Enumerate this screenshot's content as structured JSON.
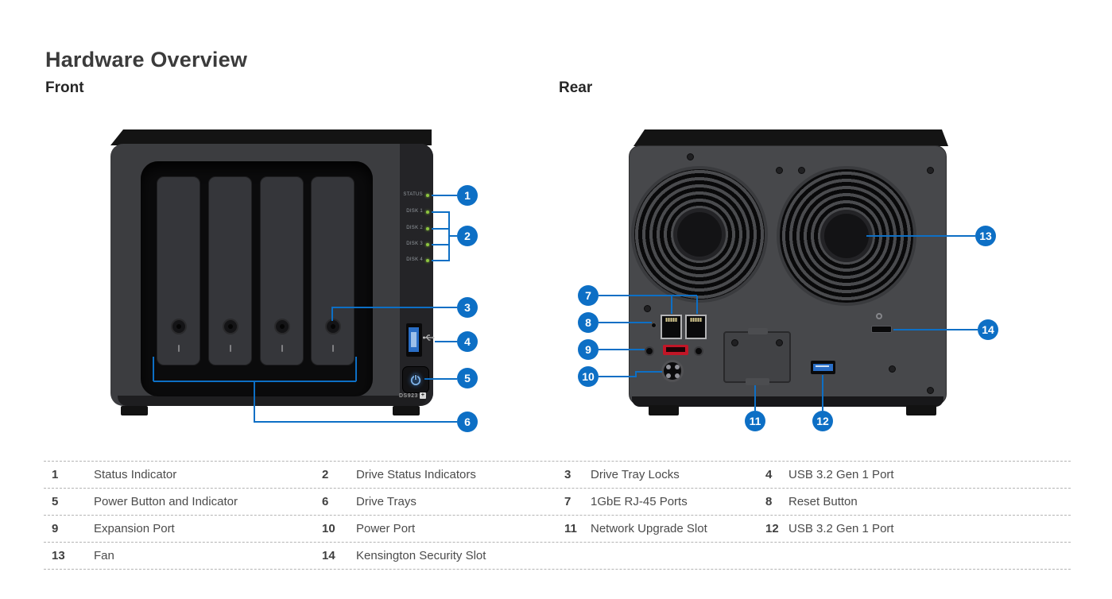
{
  "page": {
    "title": "Hardware Overview",
    "front_label": "Front",
    "rear_label": "Rear"
  },
  "colors": {
    "accent_blue": "#0d6fc5",
    "led_green": "#8ec63f",
    "usb_blue": "#2a6ec6",
    "esata_red": "#c11627"
  },
  "front": {
    "model": "DS923",
    "model_plus": "+",
    "leds": [
      "STATUS",
      "DISK 1",
      "DISK 2",
      "DISK 3",
      "DISK 4"
    ],
    "callouts": [
      {
        "n": "1"
      },
      {
        "n": "2"
      },
      {
        "n": "3"
      },
      {
        "n": "4"
      },
      {
        "n": "5"
      },
      {
        "n": "6"
      }
    ]
  },
  "rear": {
    "callouts": [
      {
        "n": "7"
      },
      {
        "n": "8"
      },
      {
        "n": "9"
      },
      {
        "n": "10"
      },
      {
        "n": "11"
      },
      {
        "n": "12"
      },
      {
        "n": "13"
      },
      {
        "n": "14"
      }
    ]
  },
  "legend": {
    "rows": [
      [
        {
          "n": "1",
          "label": "Status Indicator"
        },
        {
          "n": "2",
          "label": "Drive Status Indicators"
        },
        {
          "n": "3",
          "label": "Drive Tray Locks"
        },
        {
          "n": "4",
          "label": "USB 3.2 Gen 1 Port"
        }
      ],
      [
        {
          "n": "5",
          "label": "Power Button and Indicator"
        },
        {
          "n": "6",
          "label": "Drive Trays"
        },
        {
          "n": "7",
          "label": "1GbE RJ-45 Ports"
        },
        {
          "n": "8",
          "label": "Reset Button"
        }
      ],
      [
        {
          "n": "9",
          "label": "Expansion Port"
        },
        {
          "n": "10",
          "label": "Power Port"
        },
        {
          "n": "11",
          "label": "Network Upgrade Slot"
        },
        {
          "n": "12",
          "label": "USB 3.2 Gen 1 Port"
        }
      ],
      [
        {
          "n": "13",
          "label": "Fan"
        },
        {
          "n": "14",
          "label": "Kensington Security Slot"
        }
      ]
    ]
  }
}
